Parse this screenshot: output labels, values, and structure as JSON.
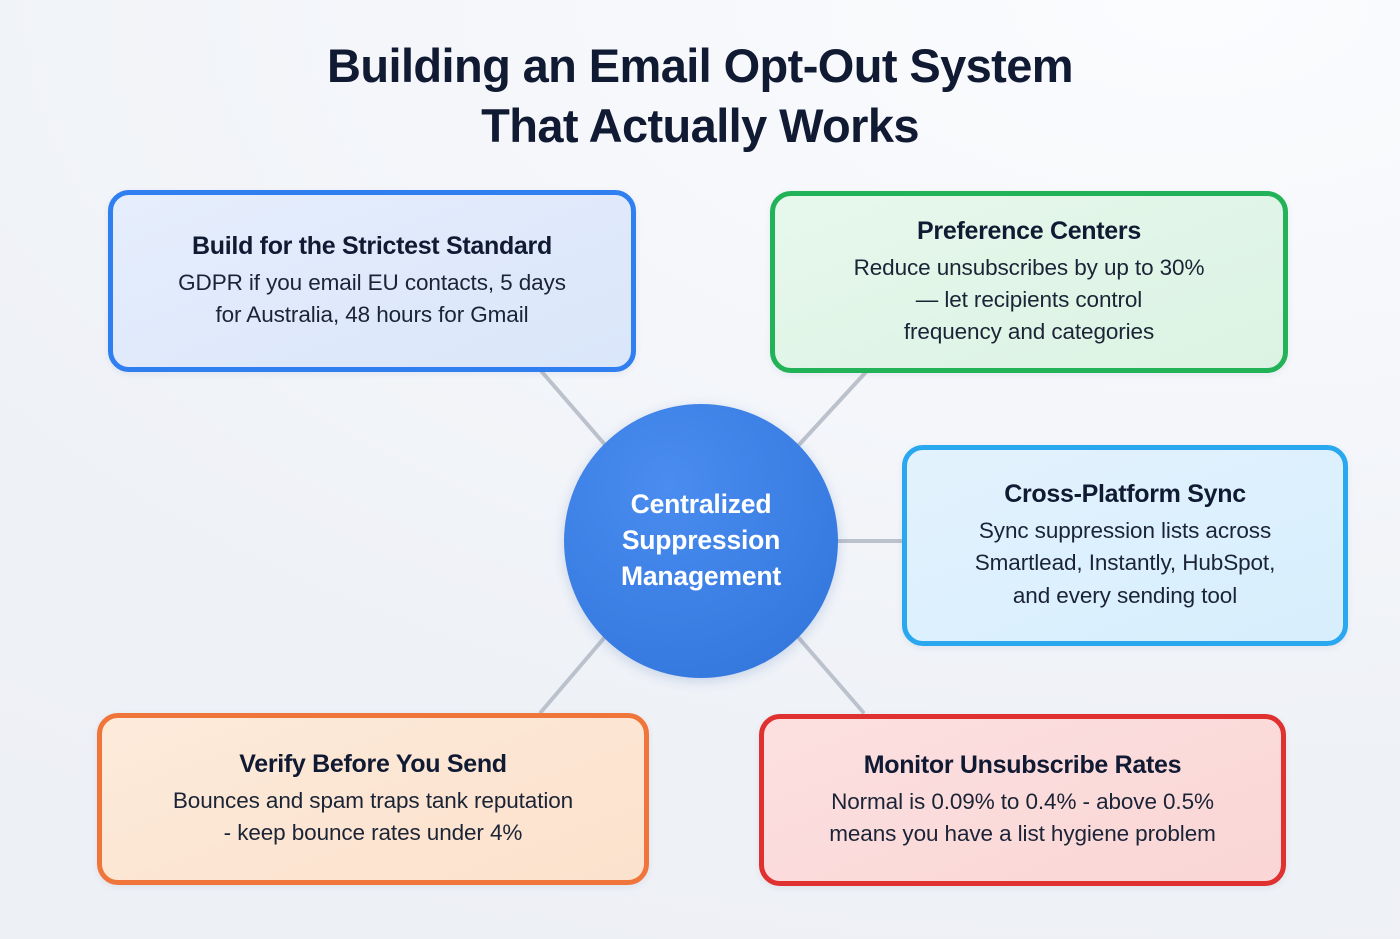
{
  "title": "Building an Email Opt-Out System\nThat Actually Works",
  "center": {
    "label": "Centralized\nSuppression\nManagement",
    "color": "#3b7fe4",
    "text_color": "#ffffff"
  },
  "connector_color": "#bcc2cc",
  "background_color": "#f0f2f7",
  "title_color": "#111a33",
  "cards": [
    {
      "id": "strictest-standard",
      "title": "Build for the Strictest Standard",
      "body": "GDPR if you email EU contacts, 5 days\nfor Australia, 48 hours for Gmail",
      "border_color": "#2f7ff0",
      "fill_color": "#e1eafb",
      "position": "top-left"
    },
    {
      "id": "preference-centers",
      "title": "Preference Centers",
      "body": "Reduce unsubscribes by up to 30%\n— let recipients control\nfrequency and categories",
      "border_color": "#22b257",
      "fill_color": "#e2f5e9",
      "position": "top-right"
    },
    {
      "id": "cross-platform-sync",
      "title": "Cross-Platform Sync",
      "body": "Sync suppression lists across\nSmartlead, Instantly, HubSpot,\nand every sending tool",
      "border_color": "#29a8f0",
      "fill_color": "#ddf0fd",
      "position": "middle-right"
    },
    {
      "id": "verify-before-send",
      "title": "Verify Before You Send",
      "body": "Bounces and spam traps tank reputation\n- keep bounce rates under 4%",
      "border_color": "#f0753a",
      "fill_color": "#fce6d3",
      "position": "bottom-left"
    },
    {
      "id": "monitor-unsub-rates",
      "title": "Monitor Unsubscribe Rates",
      "body": "Normal is 0.09% to 0.4% - above 0.5%\nmeans you have a list hygiene problem",
      "border_color": "#e03131",
      "fill_color": "#fbdbdb",
      "position": "bottom-right"
    }
  ]
}
